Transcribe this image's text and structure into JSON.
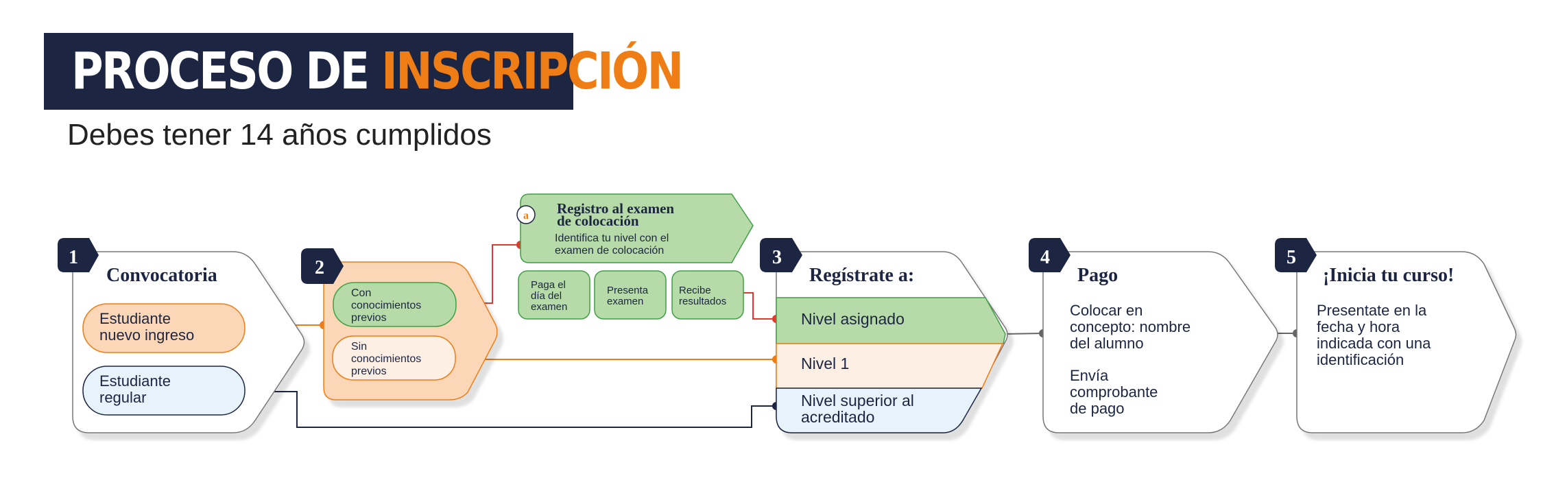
{
  "header": {
    "title_part1": "PROCESO DE ",
    "title_part2": "INSCRIPCIÓN",
    "subtitle": "Debes tener 14 años cumplidos"
  },
  "steps": [
    {
      "number": "1",
      "title": "Convocatoria",
      "options": [
        [
          "Estudiante",
          "nuevo ingreso"
        ],
        [
          "Estudiante",
          "regular"
        ]
      ]
    },
    {
      "number": "2",
      "options": [
        [
          "Con",
          "conocimientos",
          "previos"
        ],
        [
          "Sin",
          "conocimientos",
          "previos"
        ]
      ]
    },
    {
      "number": "3",
      "title": "Regístrate a:",
      "levels": [
        [
          "Nivel asignado"
        ],
        [
          "Nivel 1"
        ],
        [
          "Nivel superior al",
          "acreditado"
        ]
      ]
    },
    {
      "number": "4",
      "title": "Pago",
      "paragraphs": [
        [
          "Colocar en",
          "concepto: nombre",
          "del alumno"
        ],
        [
          "Envía",
          "comprobante",
          "de pago"
        ]
      ]
    },
    {
      "number": "5",
      "title": "¡Inicia tu curso!",
      "paragraphs": [
        [
          "Presentate en la",
          "fecha y hora",
          "indicada con una",
          "identificación"
        ]
      ]
    }
  ],
  "exam": {
    "marker": "a",
    "title": [
      "Registro al examen",
      "de colocación"
    ],
    "description": [
      "Identifica tu nivel con el",
      "examen de colocación"
    ],
    "substeps": [
      [
        "Paga el",
        "día del",
        "examen"
      ],
      [
        "Presenta",
        "examen"
      ],
      [
        "Recibe",
        "resultados"
      ]
    ]
  },
  "colors": {
    "navy": "#1c2541",
    "orange": "#ee7d16",
    "green_fill": "#b6dba8",
    "green_line": "#3f9f45",
    "peach_fill": "#fbd7b8",
    "light_blue_fill": "#e7f3fb",
    "red": "#e03a2e"
  }
}
